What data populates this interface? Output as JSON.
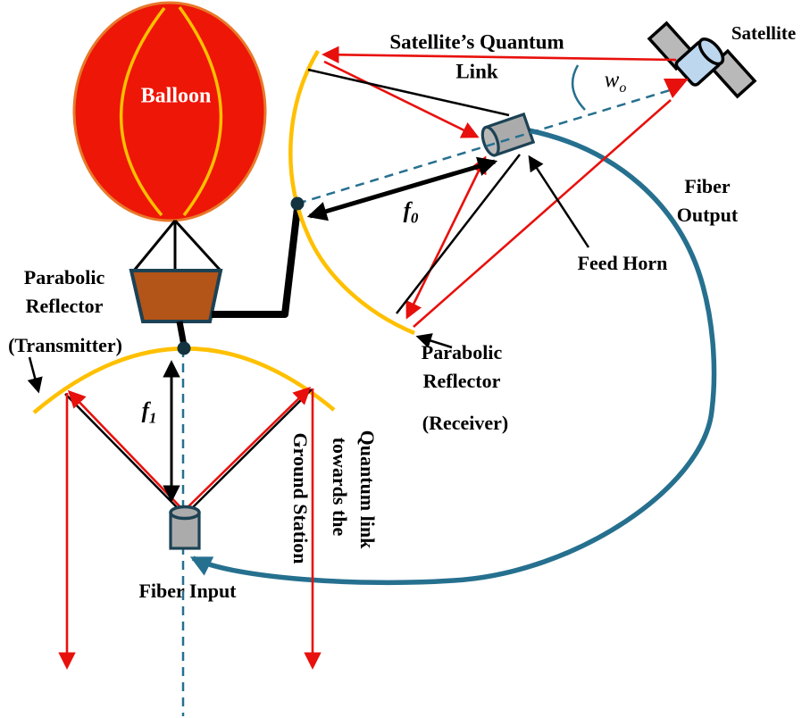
{
  "figure": "Balloon-borne parabolic reflector linking a satellite quantum channel to a ground station",
  "labels": {
    "balloon": "Balloon",
    "satellite": "Satellite",
    "satellite_quantum_link_line1": "Satellite’s Quantum",
    "satellite_quantum_link_line2": "Link",
    "w_o_base": "w",
    "w_o_sub": "o",
    "f0_base": "f",
    "f0_sub": "0",
    "f1_base": "f",
    "f1_sub": "1",
    "fiber_output_line1": "Fiber",
    "fiber_output_line2": "Output",
    "feed_horn": "Feed Horn",
    "receiver_line1": "Parabolic",
    "receiver_line2": "Reflector",
    "receiver_line3": "(Receiver)",
    "transmitter_line1": "Parabolic",
    "transmitter_line2": "Reflector",
    "transmitter_line3": "(Transmitter)",
    "fiber_input": "Fiber Input",
    "ground_link_line1": "Quantum link",
    "ground_link_line2": "towards the",
    "ground_link_line3": "Ground Station"
  },
  "colors": {
    "red": "#e8100c",
    "gold": "#ffc000",
    "teal": "#26708f",
    "balloon-fill": "#ee1606",
    "balloon-outline": "#e8792a",
    "basket-fill": "#b35418",
    "dark-outline": "#1c4254",
    "gray-fill": "#ababab",
    "satellite-body": "#bdd7ee",
    "panel-gray": "#b9b9b9",
    "ink": "#000000"
  }
}
